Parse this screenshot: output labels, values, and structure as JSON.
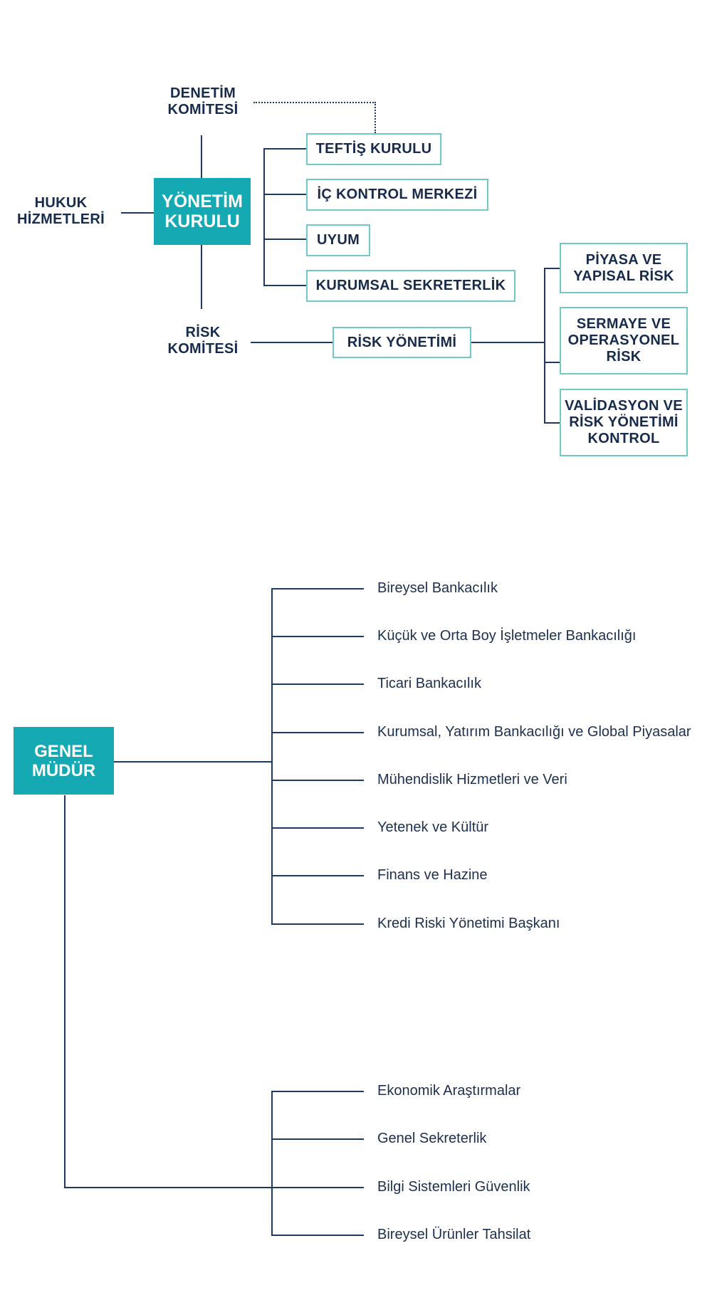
{
  "colors": {
    "accent": "#14a9b3",
    "box_border": "#71c8c9",
    "line": "#1e3a5f",
    "text": "#172b4d"
  },
  "governance": {
    "board": "YÖNETİM\nKURULU",
    "audit_committee": "DENETİM\nKOMİTESİ",
    "legal_services": "HUKUK\nHİZMETLERİ",
    "risk_committee": "RİSK\nKOMİTESİ",
    "units": [
      "TEFTİŞ KURULU",
      "İÇ KONTROL MERKEZİ",
      "UYUM",
      "KURUMSAL SEKRETERLİK"
    ],
    "risk_management": "RİSK YÖNETİMİ",
    "risk_units": [
      "PİYASA VE\nYAPISAL RİSK",
      "SERMAYE VE\nOPERASYONEL\nRİSK",
      "VALİDASYON VE\nRİSK YÖNETİMİ\nKONTROL"
    ]
  },
  "management": {
    "ceo": "GENEL\nMÜDÜR",
    "departments": [
      "Bireysel Bankacılık",
      "Küçük ve Orta Boy İşletmeler Bankacılığı",
      "Ticari Bankacılık",
      "Kurumsal, Yatırım Bankacılığı ve Global Piyasalar",
      "Mühendislik Hizmetleri ve Veri",
      "Yetenek ve Kültür",
      "Finans ve Hazine",
      "Kredi Riski Yönetimi Başkanı"
    ],
    "support_units": [
      "Ekonomik Araştırmalar",
      "Genel Sekreterlik",
      "Bilgi Sistemleri Güvenlik",
      "Bireysel Ürünler Tahsilat"
    ]
  }
}
